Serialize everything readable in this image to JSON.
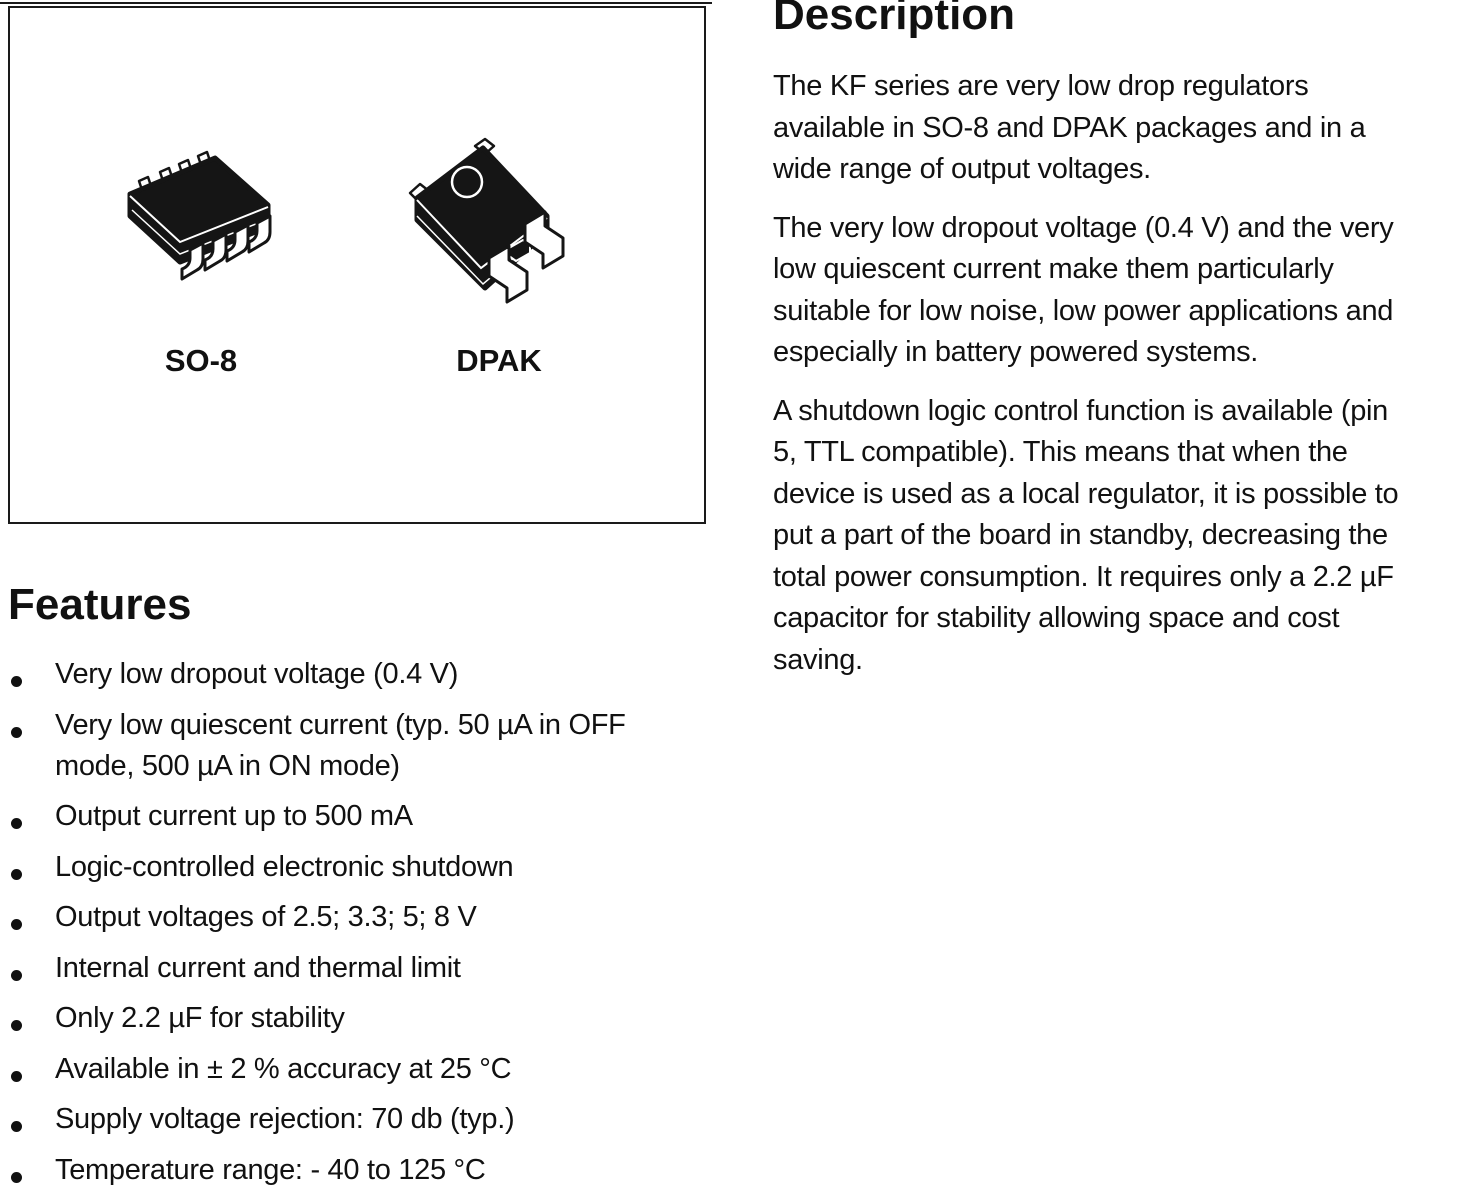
{
  "package_box": {
    "packages": [
      {
        "label": "SO-8",
        "icon": "so8-package-drawing"
      },
      {
        "label": "DPAK",
        "icon": "dpak-package-drawing"
      }
    ]
  },
  "features": {
    "heading": "Features",
    "items": [
      {
        "lines": [
          "Very low dropout voltage (0.4 V)"
        ]
      },
      {
        "lines": [
          "Very low quiescent current (typ. 50 µA in OFF",
          "mode, 500 µA in ON mode)"
        ]
      },
      {
        "lines": [
          "Output current up to 500 mA"
        ]
      },
      {
        "lines": [
          "Logic-controlled electronic shutdown"
        ]
      },
      {
        "lines": [
          "Output voltages of 2.5; 3.3; 5; 8 V"
        ]
      },
      {
        "lines": [
          "Internal current and thermal limit"
        ]
      },
      {
        "lines": [
          "Only 2.2 µF for stability"
        ]
      },
      {
        "lines": [
          "Available in ± 2 % accuracy at 25 °C"
        ]
      },
      {
        "lines": [
          "Supply voltage rejection: 70 db (typ.)"
        ]
      },
      {
        "lines": [
          "Temperature range: - 40 to 125 °C"
        ]
      }
    ]
  },
  "description": {
    "heading": "Description",
    "paragraphs": [
      {
        "lines": [
          "The KF series are very low drop regulators",
          "available in SO-8 and DPAK packages and in a",
          "wide range of output voltages."
        ]
      },
      {
        "lines": [
          "The very low dropout voltage (0.4 V) and the very",
          "low quiescent current make them particularly",
          "suitable for low noise, low power applications and",
          "especially in battery powered systems."
        ]
      },
      {
        "lines": [
          "A shutdown logic control function is available (pin",
          "5, TTL compatible). This means that when the",
          "device is used as a local regulator, it is possible to",
          "put a part of the board in standby, decreasing the",
          "total power consumption. It requires only a 2.2 µF",
          "capacitor for stability allowing space and cost",
          "saving."
        ]
      }
    ]
  },
  "colors": {
    "text": "#111111",
    "background": "#ffffff",
    "border": "#1a1a1a",
    "package_fill": "#151515"
  }
}
